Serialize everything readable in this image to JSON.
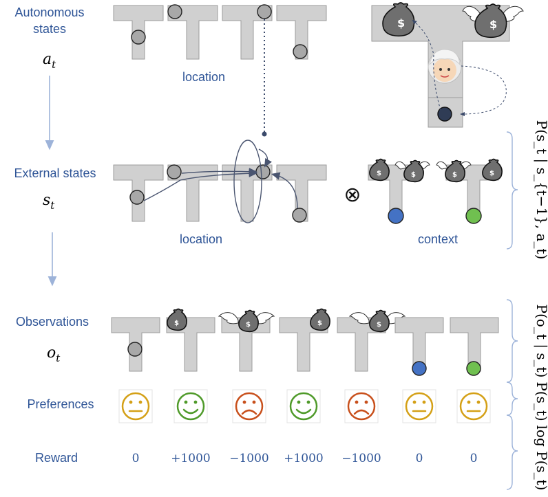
{
  "rows": {
    "autonomous": {
      "label_line1": "Autonomous",
      "label_line2": "states",
      "symbol_base": "a",
      "symbol_sub": "t"
    },
    "external": {
      "label": "External states",
      "symbol_base": "s",
      "symbol_sub": "t"
    },
    "observations": {
      "label": "Observations",
      "symbol_base": "o",
      "symbol_sub": "t"
    },
    "preferences": {
      "label": "Preferences"
    },
    "reward": {
      "label": "Reward"
    }
  },
  "captions": {
    "location_top": "location",
    "location_mid": "location",
    "context": "context"
  },
  "operators": {
    "kron": "⊗"
  },
  "rewards": [
    "0",
    "+1000",
    "−1000",
    "+1000",
    "−1000",
    "0",
    "0"
  ],
  "preferences": [
    {
      "mood": "neutral",
      "color": "#d4a017"
    },
    {
      "mood": "happy",
      "color": "#4f9a2a"
    },
    {
      "mood": "sad",
      "color": "#c8501c"
    },
    {
      "mood": "happy",
      "color": "#4f9a2a"
    },
    {
      "mood": "sad",
      "color": "#c8501c"
    },
    {
      "mood": "neutral",
      "color": "#d4a017"
    },
    {
      "mood": "neutral",
      "color": "#d4a017"
    }
  ],
  "observations": [
    {
      "cue": "ball-left"
    },
    {
      "cue": "money-bag"
    },
    {
      "cue": "winged-money-bag"
    },
    {
      "cue": "money-bag"
    },
    {
      "cue": "winged-money-bag"
    },
    {
      "cue": "blue-ball"
    },
    {
      "cue": "green-ball"
    }
  ],
  "equations": {
    "transition": "P(s_t | s_{t−1}, a_t)",
    "likelihood": "P(o_t | s_t)",
    "prior": "P(s_t)",
    "log_prior": "log P(s_t)"
  },
  "colors": {
    "label_blue": "#2f5597",
    "arrow_blue": "#9db3d9",
    "ball_grey": "#a8a8a8",
    "ball_blue": "#4472c4",
    "ball_green": "#70c050",
    "maze": "#d0d0d0"
  },
  "icons": [
    "money-bag-icon",
    "winged-money-bag-icon",
    "child-face-icon",
    "kronecker-product-icon",
    "smiley-icon"
  ]
}
